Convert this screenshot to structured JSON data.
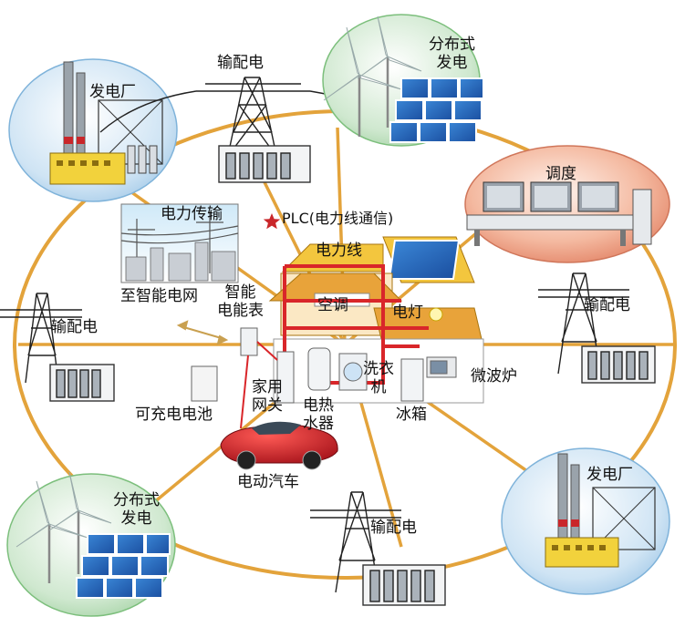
{
  "labels": {
    "plant_top": "发电厂",
    "plant_bottom": "发电厂",
    "dist_top": "输配电",
    "dist_left": "输配电",
    "dist_right": "输配电",
    "dist_bottom": "输配电",
    "distributed_top_1": "分布式",
    "distributed_top_2": "发电",
    "distributed_bottom_1": "分布式",
    "distributed_bottom_2": "发电",
    "dispatch": "调度",
    "transmission": "电力传输",
    "to_grid": "至智能电网",
    "plc": "PLC(电力线通信)",
    "powerline": "电力线",
    "aircon": "空调",
    "lamp": "电灯",
    "meter_1": "智能",
    "meter_2": "电能表",
    "gateway_1": "家用",
    "gateway_2": "网关",
    "heater_1": "电热",
    "heater_2": "水器",
    "washer_1": "洗衣",
    "washer_2": "机",
    "fridge": "冰箱",
    "microwave": "微波炉",
    "battery": "可充电电池",
    "ev": "电动汽车"
  },
  "colors": {
    "ring": "#e3a33b",
    "powerline": "#d9262a",
    "plant_bubble": "#d8eaf6",
    "dist_bubble": "#cfe7cf",
    "dispatch_bubble": "#f2b39a",
    "roof": "#f3c63e",
    "wall": "#e8a33a",
    "car": "#d21e25"
  }
}
